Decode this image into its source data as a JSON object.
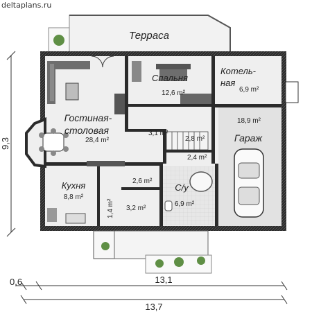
{
  "watermark": "deltaplans.ru",
  "rooms": {
    "terrace": {
      "name": "Терраса"
    },
    "bedroom": {
      "name": "Спальня",
      "area": "12,6 m²"
    },
    "boiler": {
      "name_l1": "Котель-",
      "name_l2": "ная",
      "area": "6,9 m²"
    },
    "boiler_lower": {
      "area": "18,9 m²"
    },
    "living": {
      "name_l1": "Гостиная-",
      "name_l2": "столовая",
      "area": "28,4 m²"
    },
    "hall1": {
      "area": "3,1 m²"
    },
    "hall2": {
      "area": "2,8 m²"
    },
    "hall3": {
      "area": "2,4 m²"
    },
    "garage": {
      "name": "Гараж"
    },
    "kitchen": {
      "name": "Кухня",
      "area": "8,8 m²"
    },
    "hall4": {
      "area": "2,6 m²"
    },
    "pantry": {
      "area": "1,4 m²"
    },
    "bath": {
      "name": "С/у",
      "area": "6,9 m²"
    },
    "vestibule": {
      "area": "3,2 m²"
    }
  },
  "dimensions": {
    "height": "9,3",
    "left_offset": "0,6",
    "inner_width": "13,1",
    "total_width": "13,7"
  },
  "colors": {
    "wall": "#2b2b2b",
    "floor": "#ebebeb",
    "sofa": "#6e6e6e",
    "plant": "#5f8f45"
  }
}
